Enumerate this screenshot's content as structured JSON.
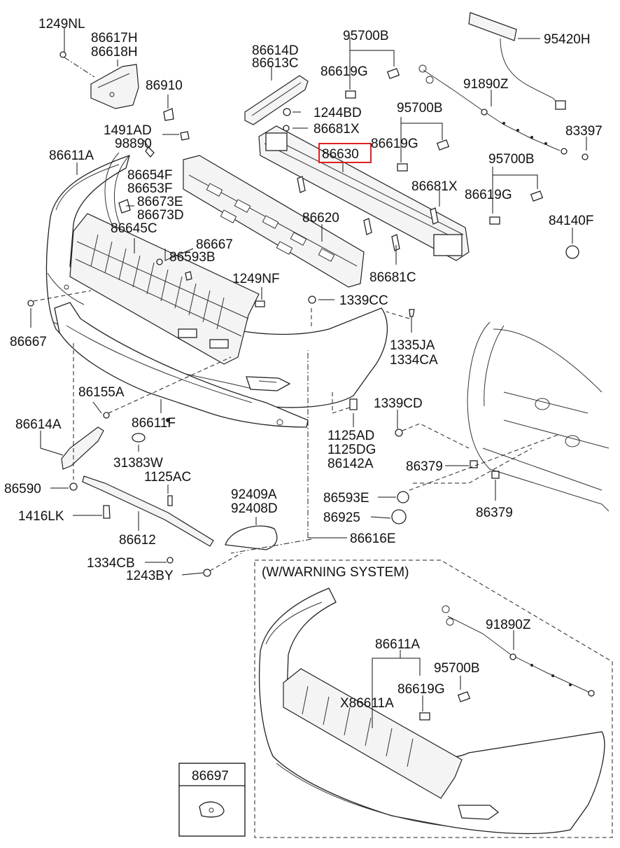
{
  "highlight_color": "#e02020",
  "labels": {
    "p1249NL": "1249NL",
    "p86617H": "86617H",
    "p86618H": "86618H",
    "p86910": "86910",
    "p1491AD": "1491AD",
    "p98890": "98890",
    "p86611A": "86611A",
    "p86654F": "86654F",
    "p86653F": "86653F",
    "p86673E": "86673E",
    "p86673D": "86673D",
    "p86645C": "86645C",
    "p86667a": "86667",
    "p86593B": "86593B",
    "p86667b": "86667",
    "p86614D": "86614D",
    "p86613C": "86613C",
    "p1244BD": "1244BD",
    "p86681X_a": "86681X",
    "p95700B_a": "95700B",
    "p86619G_a": "86619G",
    "p95700B_b": "95700B",
    "p86619G_b": "86619G",
    "p86630": "86630",
    "p86681X_b": "86681X",
    "p86620": "86620",
    "p86681C": "86681C",
    "p95420H": "95420H",
    "p91890Z_a": "91890Z",
    "p83397": "83397",
    "p95700B_c": "95700B",
    "p86619G_c": "86619G",
    "p84140F": "84140F",
    "p1249NF": "1249NF",
    "p1339CC": "1339CC",
    "p1335JA": "1335JA",
    "p1334CA": "1334CA",
    "p86155A": "86155A",
    "p86611F": "86611F",
    "p86614A": "86614A",
    "p31383W": "31383W",
    "p1125AC": "1125AC",
    "p86590": "86590",
    "p1416LK": "1416LK",
    "p86612": "86612",
    "p1334CB": "1334CB",
    "p1243BY": "1243BY",
    "p92409A": "92409A",
    "p92408D": "92408D",
    "p86616E": "86616E",
    "p1125AD": "1125AD",
    "p1125DG": "1125DG",
    "p86142A": "86142A",
    "p1339CD": "1339CD",
    "p86379_a": "86379",
    "p86379_b": "86379",
    "p86593E": "86593E",
    "p86925": "86925",
    "warning_title": "(W/WARNING SYSTEM)",
    "p91890Z_b": "91890Z",
    "p86611A_b": "86611A",
    "p95700B_d": "95700B",
    "p86619G_d": "86619G",
    "pX86611A": "X86611A",
    "p86697": "86697"
  }
}
